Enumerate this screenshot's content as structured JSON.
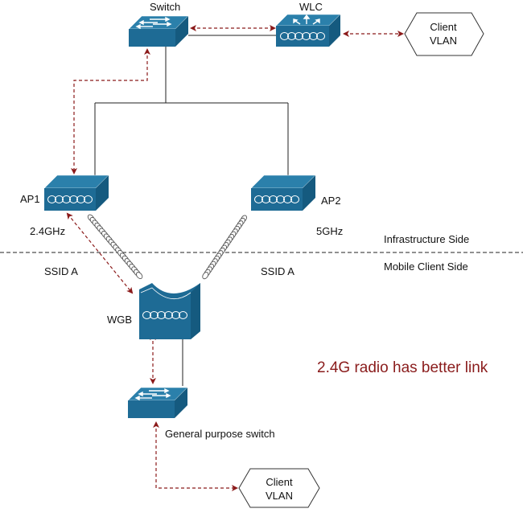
{
  "colors": {
    "device": "#1e6b95",
    "device_top": "#2b80ab",
    "device_side": "#155a7f",
    "arrow": "#8b1a1a",
    "wire": "#222222",
    "note": "#8a1c1c"
  },
  "devices": {
    "switch": {
      "label": "Switch"
    },
    "wlc": {
      "label": "WLC"
    },
    "ap1": {
      "label": "AP1",
      "band": "2.4GHz",
      "ssid": "SSID A"
    },
    "ap2": {
      "label": "AP2",
      "band": "5GHz",
      "ssid": "SSID A"
    },
    "wgb": {
      "label": "WGB"
    },
    "gp_switch": {
      "label": "General purpose switch"
    }
  },
  "vlans": {
    "top": {
      "line1": "Client",
      "line2": "VLAN"
    },
    "bottom": {
      "line1": "Client",
      "line2": "VLAN"
    }
  },
  "zones": {
    "infrastructure": "Infrastructure Side",
    "mobile": "Mobile Client Side"
  },
  "note": "2.4G radio has better link"
}
